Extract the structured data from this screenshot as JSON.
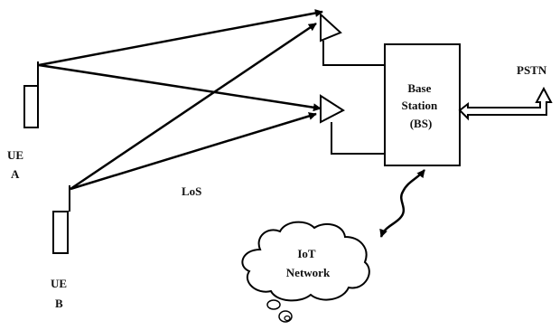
{
  "labels": {
    "ue_a": [
      "UE",
      "A"
    ],
    "ue_b": [
      "UE",
      "B"
    ],
    "los": "LoS",
    "base_station": [
      "Base",
      "Station",
      "(BS)"
    ],
    "pstn": "PSTN",
    "iot_network": [
      "IoT",
      "Network"
    ]
  },
  "colors": {
    "stroke": "#000000",
    "background": "#ffffff"
  }
}
